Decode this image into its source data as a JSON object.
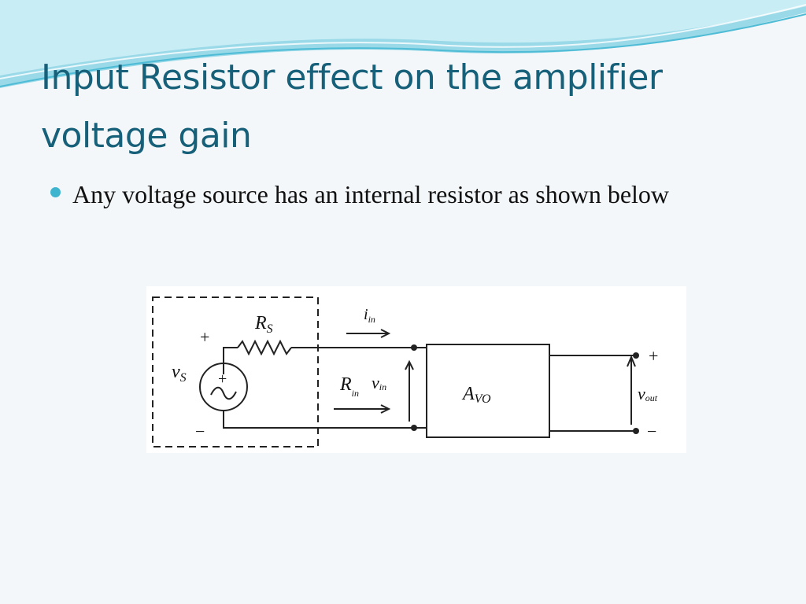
{
  "slide": {
    "title": "Input Resistor effect on the amplifier voltage gain",
    "bullets": [
      "Any voltage source has an internal resistor as shown below"
    ]
  },
  "diagram": {
    "source_label": "v",
    "source_sub": "S",
    "rs_label": "R",
    "rs_sub": "S",
    "plus": "+",
    "minus": "−",
    "src_plus": "+",
    "iin_label": "i",
    "iin_sub": "in",
    "rin_label": "R",
    "rin_sub": "in",
    "vin_label": "v",
    "vin_sub": "in",
    "amp_label": "A",
    "amp_sub": "VO",
    "vout_label": "v",
    "vout_sub": "out",
    "out_plus": "+",
    "out_minus": "−"
  },
  "colors": {
    "title": "#17607a",
    "bullet": "#3fb4cf",
    "wave_light": "#bfe9f2",
    "wave_dark": "#5fc6de"
  }
}
